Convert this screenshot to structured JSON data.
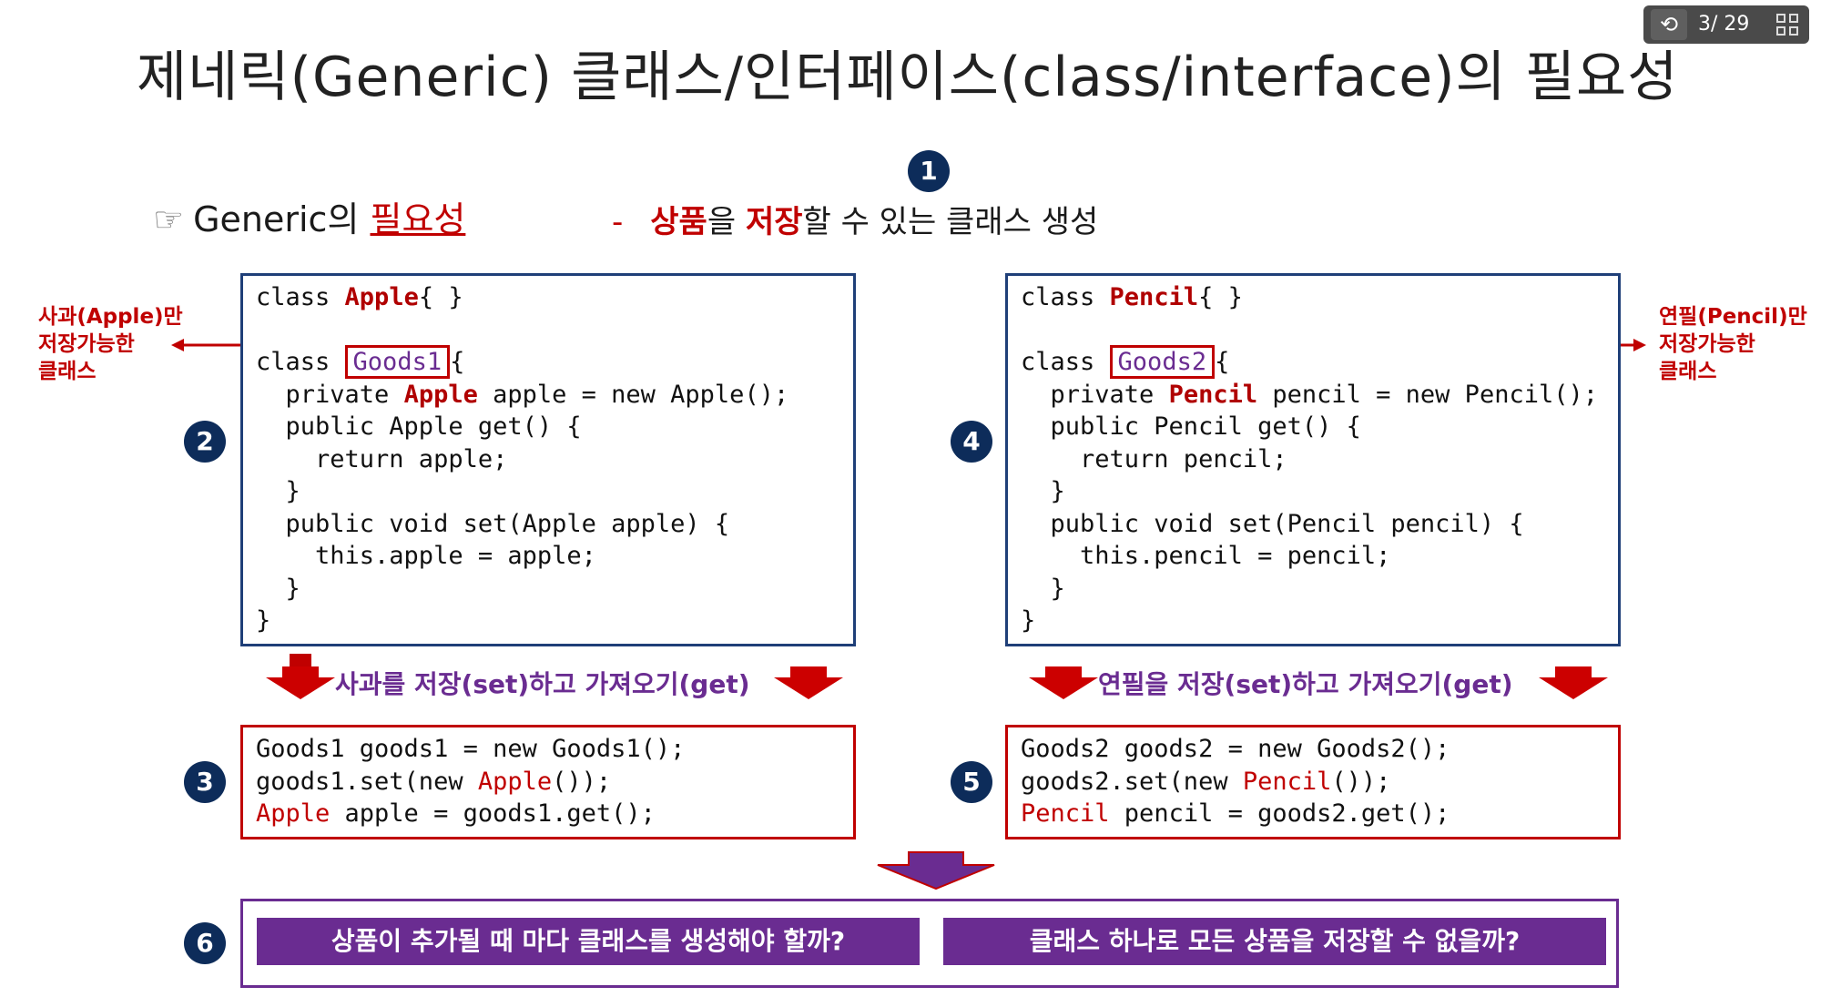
{
  "title": "제네릭(Generic) 클래스/인터페이스(class/interface)의 필요성",
  "counter": {
    "page": "3/ 29"
  },
  "subtitle": {
    "prefix": "Generic의 ",
    "highlight": "필요성"
  },
  "desc": {
    "dash": "-",
    "part1": "상품",
    "part2": "을 ",
    "part3": "저장",
    "part4": "할 수 있는 클래스 생성"
  },
  "badges": [
    "1",
    "2",
    "3",
    "4",
    "5",
    "6"
  ],
  "left_label": [
    "사과(Apple)만",
    "저장가능한",
    "클래스"
  ],
  "right_label": [
    "연필(Pencil)만",
    "저장가능한",
    "클래스"
  ],
  "left_mid": "사과를 저장(set)하고 가져오기(get)",
  "right_mid": "연필을 저장(set)하고 가져오기(get)",
  "left_code": {
    "kw_class": "class ",
    "cls": "Apple",
    "rest1": "{ }",
    "goods": "Goods1",
    "open": "{",
    "l3a": "  private ",
    "l3b": "Apple",
    "l3c": " apple = new Apple();",
    "l4": "  public Apple get() {",
    "l5": "    return apple;",
    "l6": "  }",
    "l7": "  public void set(Apple apple) {",
    "l8": "    this.apple = apple;",
    "l9": "  }",
    "l10": "}"
  },
  "right_code": {
    "kw_class": "class ",
    "cls": "Pencil",
    "rest1": "{ }",
    "goods": "Goods2",
    "open": "{",
    "l3a": "  private ",
    "l3b": "Pencil",
    "l3c": " pencil = new Pencil();",
    "l4": "  public Pencil get() {",
    "l5": "    return pencil;",
    "l6": "  }",
    "l7": "  public void set(Pencil pencil) {",
    "l8": "    this.pencil = pencil;",
    "l9": "  }",
    "l10": "}"
  },
  "left_use": {
    "l1": "Goods1 goods1 = new Goods1();",
    "l2a": "goods1.set(new ",
    "l2b": "Apple",
    "l2c": "());",
    "l3a": "Apple",
    "l3b": " apple = goods1.get();"
  },
  "right_use": {
    "l1": "Goods2 goods2 = new Goods2();",
    "l2a": "goods2.set(new ",
    "l2b": "Pencil",
    "l2c": "());",
    "l3a": "Pencil",
    "l3b": " pencil = goods2.get();"
  },
  "bottom": {
    "q1": "상품이 추가될 때 마다 클래스를 생성해야 할까?",
    "q2": "클래스 하나로 모든 상품을 저장할 수 없을까?"
  },
  "colors": {
    "red": "#c00000",
    "navy": "#0d2c5a",
    "purple": "#6a2c91",
    "blue_border": "#1f3f78"
  }
}
